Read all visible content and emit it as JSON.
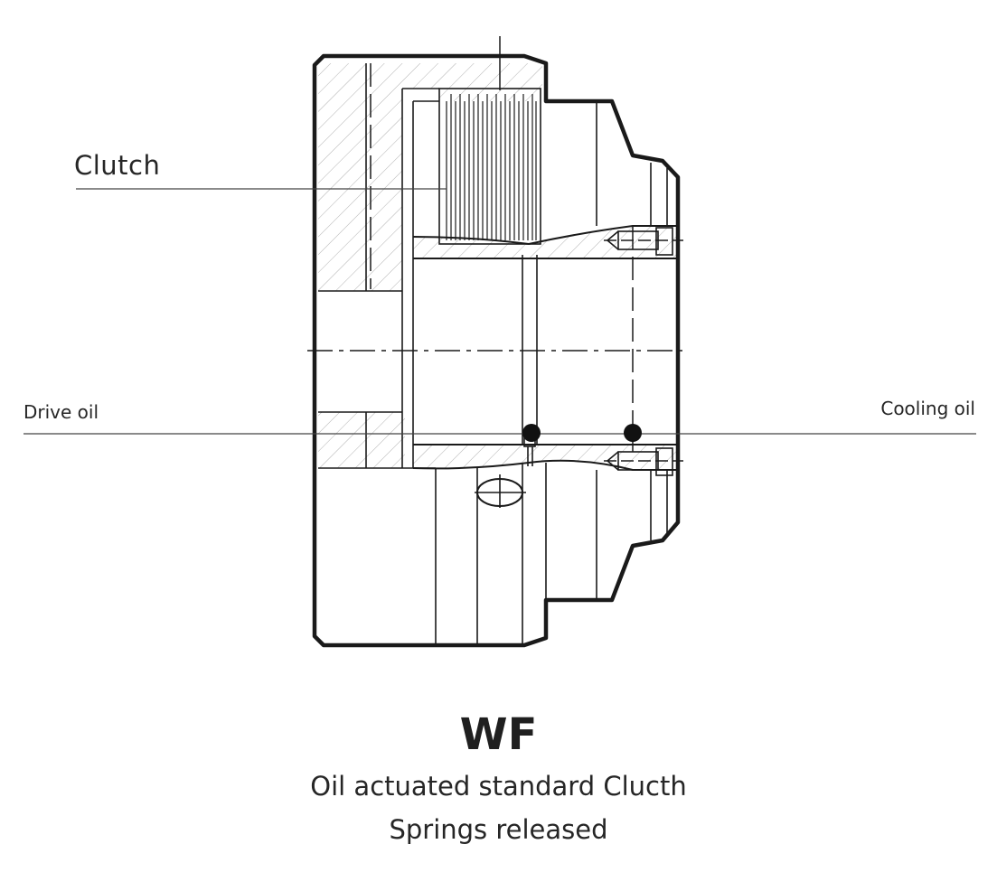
{
  "labels": {
    "clutch": "Clutch",
    "drive_oil": "Drive oil",
    "cooling_oil": "Cooling oil"
  },
  "caption": {
    "model": "WF",
    "line1": "Oil actuated standard Clucth",
    "line2": "Springs released"
  },
  "colors": {
    "ink": "#1a1a1a",
    "text": "#262626",
    "hatch": "#9a9a9a",
    "background": "#ffffff"
  },
  "icons": {
    "drive_port": "filled-dot-icon",
    "cooling_port": "filled-dot-icon"
  }
}
